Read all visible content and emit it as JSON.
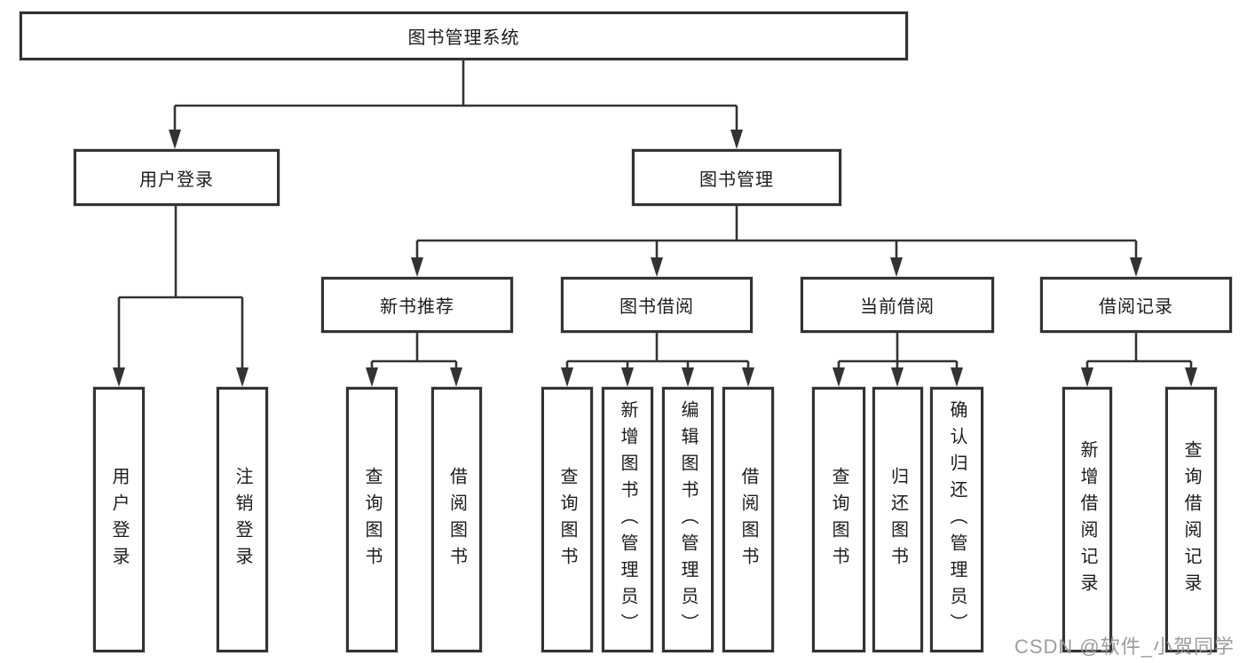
{
  "tree": {
    "label": "图书管理系统",
    "children": [
      {
        "label": "用户登录",
        "children": [
          {
            "label": "用户登录"
          },
          {
            "label": "注销登录"
          }
        ]
      },
      {
        "label": "图书管理",
        "children": [
          {
            "label": "新书推荐",
            "children": [
              {
                "label": "查询图书"
              },
              {
                "label": "借阅图书"
              }
            ]
          },
          {
            "label": "图书借阅",
            "children": [
              {
                "label": "查询图书"
              },
              {
                "label": "新增图书（管理员）"
              },
              {
                "label": "编辑图书（管理员）"
              },
              {
                "label": "借阅图书"
              }
            ]
          },
          {
            "label": "当前借阅",
            "children": [
              {
                "label": "查询图书"
              },
              {
                "label": "归还图书"
              },
              {
                "label": "确认归还（管理员）"
              }
            ]
          },
          {
            "label": "借阅记录",
            "children": [
              {
                "label": "新增借阅记录"
              },
              {
                "label": "查询借阅记录"
              }
            ]
          }
        ]
      }
    ]
  },
  "watermark": "CSDN @软件_小贺同学",
  "colors": {
    "line": "#333333",
    "box_border": "#333333",
    "box_fill": "#ffffff",
    "text": "#1c1c1c",
    "watermark": "#989898"
  }
}
